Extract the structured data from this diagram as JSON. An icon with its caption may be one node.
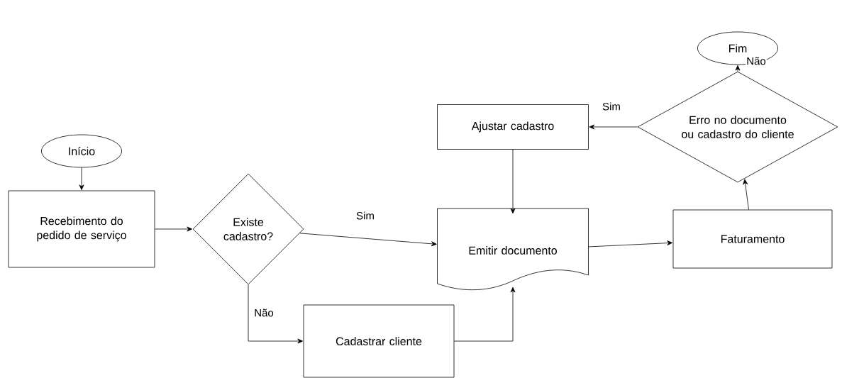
{
  "diagram": {
    "nodes": [
      {
        "text": [
          "Início"
        ]
      },
      {
        "text": [
          "Recebimento do pedido de serviço"
        ]
      },
      {
        "text": [
          "Existe cadastro?"
        ]
      },
      {
        "text": [
          "Emitir documento"
        ]
      },
      {
        "text": [
          "Cadastrar cliente"
        ]
      },
      {
        "text": [
          "Faturamento"
        ]
      },
      {
        "text": [
          "Ajustar cadastro"
        ]
      },
      {
        "text": [
          "Erro no documento ou cadastro do cliente"
        ]
      },
      {
        "text": [
          "Fim"
        ]
      }
    ],
    "edges": [
      {
        "from": 0,
        "to": 1,
        "arrow": "to"
      },
      {
        "from": 1,
        "to": 2,
        "arrow": "to"
      },
      {
        "from": 2,
        "to": 3,
        "arrow": "to",
        "label": "Sim"
      },
      {
        "from": 2,
        "to": 4,
        "arrow": "to",
        "label": "Não"
      },
      {
        "from": 4,
        "to": 3,
        "arrow": "to"
      },
      {
        "from": 3,
        "to": 5,
        "arrow": "to"
      },
      {
        "from": 5,
        "to": 7,
        "arrow": "to"
      },
      {
        "from": 7,
        "to": 6,
        "arrow": "to",
        "label": "Sim"
      },
      {
        "from": 6,
        "to": 3,
        "arrow": "to"
      },
      {
        "from": 7,
        "to": 8,
        "arrow": "to",
        "label": "Não"
      }
    ]
  }
}
